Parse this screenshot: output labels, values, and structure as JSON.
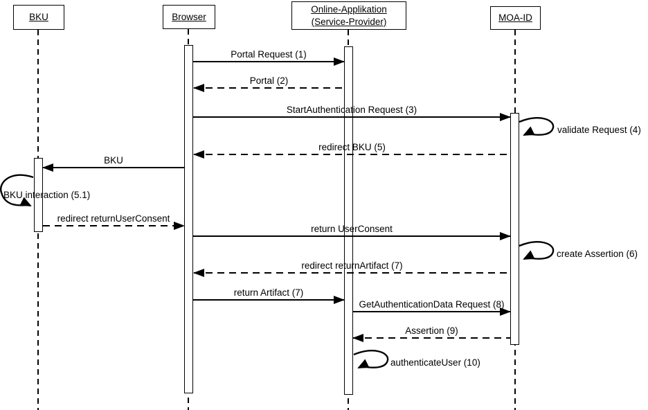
{
  "diagram": {
    "type": "uml-sequence-diagram",
    "colors": {
      "line": "#000000",
      "background": "#ffffff"
    },
    "actors": [
      {
        "label": "BKU"
      },
      {
        "label": "Browser"
      },
      {
        "label": "Online-Applikation (Service-Provider)"
      },
      {
        "label": "MOA-ID"
      }
    ],
    "messages": [
      {
        "label": "Portal Request (1)",
        "from": "Browser",
        "to": "Online-Applikation (Service-Provider)",
        "type": "solid"
      },
      {
        "label": "Portal (2)",
        "from": "Online-Applikation (Service-Provider)",
        "to": "Browser",
        "type": "dashed"
      },
      {
        "label": "StartAuthentication Request (3)",
        "from": "Browser",
        "to": "MOA-ID",
        "type": "solid"
      },
      {
        "label": "validate Request (4)",
        "from": "MOA-ID",
        "to": "MOA-ID",
        "type": "self"
      },
      {
        "label": "redirect BKU (5)",
        "from": "MOA-ID",
        "to": "Browser",
        "type": "dashed"
      },
      {
        "label": "BKU",
        "from": "Browser",
        "to": "BKU",
        "type": "solid"
      },
      {
        "label": "BKU interaction (5.1)",
        "from": "BKU",
        "to": "BKU",
        "type": "self"
      },
      {
        "label": "redirect returnUserConsent",
        "from": "BKU",
        "to": "Browser",
        "type": "dashed"
      },
      {
        "label": "return UserConsent",
        "from": "Browser",
        "to": "MOA-ID",
        "type": "solid"
      },
      {
        "label": "create Assertion (6)",
        "from": "MOA-ID",
        "to": "MOA-ID",
        "type": "self"
      },
      {
        "label": "redirect returnArtifact (7)",
        "from": "MOA-ID",
        "to": "Browser",
        "type": "dashed"
      },
      {
        "label": "return Artifact (7)",
        "from": "Browser",
        "to": "Online-Applikation (Service-Provider)",
        "type": "solid"
      },
      {
        "label": "GetAuthenticationData Request (8)",
        "from": "Online-Applikation (Service-Provider)",
        "to": "MOA-ID",
        "type": "solid"
      },
      {
        "label": "Assertion (9)",
        "from": "MOA-ID",
        "to": "Online-Applikation (Service-Provider)",
        "type": "dashed"
      },
      {
        "label": "authenticateUser (10)",
        "from": "Online-Applikation (Service-Provider)",
        "to": "Online-Applikation (Service-Provider)",
        "type": "self"
      }
    ]
  }
}
